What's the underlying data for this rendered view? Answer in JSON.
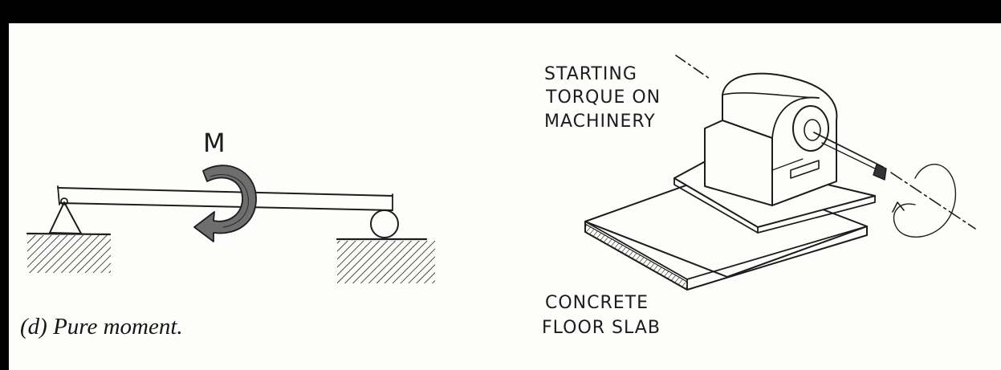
{
  "left_figure": {
    "moment_symbol": "M",
    "caption": "(d) Pure moment."
  },
  "right_figure": {
    "label_top": [
      "STARTING",
      "TORQUE ON",
      "MACHINERY"
    ],
    "label_bottom": [
      "CONCRETE",
      "FLOOR SLAB"
    ]
  },
  "colors": {
    "frame": "#000000",
    "paper": "#fdfdfb",
    "ink": "#1c1c1c"
  }
}
